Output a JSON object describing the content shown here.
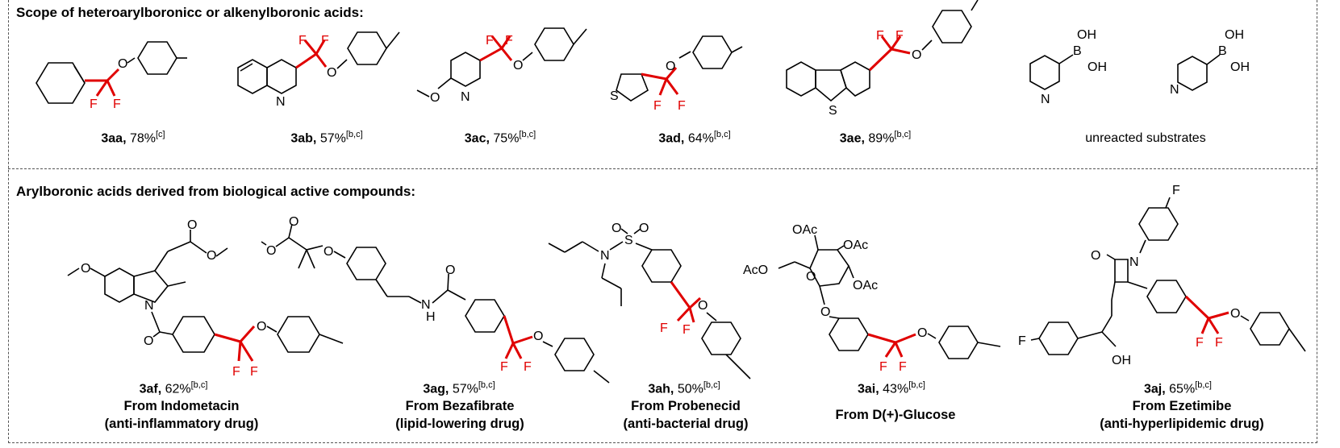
{
  "section1": {
    "heading": "Scope of heteroarylboronicc or alkenylboronic acids:"
  },
  "section2": {
    "heading": "Arylboronic acids derived from biological active  compounds:"
  },
  "compounds1": [
    {
      "id": "3aa",
      "yield": "78%",
      "note": "[c]"
    },
    {
      "id": "3ab",
      "yield": "57%",
      "note": "[b,c]"
    },
    {
      "id": "3ac",
      "yield": "75%",
      "note": "[b,c]"
    },
    {
      "id": "3ad",
      "yield": "64%",
      "note": "[b,c]"
    },
    {
      "id": "3ae",
      "yield": "89%",
      "note": "[b,c]"
    }
  ],
  "unreacted": "unreacted substrates",
  "compounds2": [
    {
      "id": "3af",
      "yield": "62%",
      "note": "[b,c]",
      "source": "From Indometacin",
      "use": "(anti-inflammatory drug)"
    },
    {
      "id": "3ag",
      "yield": "57%",
      "note": "[b,c]",
      "source": "From Bezafibrate",
      "use": "(lipid-lowering drug)"
    },
    {
      "id": "3ah",
      "yield": "50%",
      "note": "[b,c]",
      "source": "From Probenecid",
      "use": "(anti-bacterial drug)"
    },
    {
      "id": "3ai",
      "yield": "43%",
      "note": "[b,c]",
      "source": "From D(+)-Glucose",
      "use": ""
    },
    {
      "id": "3aj",
      "yield": "65%",
      "note": "[b,c]",
      "source": "From Ezetimibe",
      "use": "(anti-hyperlipidemic drug)"
    }
  ],
  "atoms": {
    "O": "O",
    "F": "F",
    "N": "N",
    "S": "S",
    "OH": "OH",
    "B": "B",
    "NH_N": "N",
    "NH_H": "H",
    "OAc": "OAc",
    "AcO": "AcO"
  },
  "colors": {
    "highlight": "#e00000",
    "ink": "#000000"
  }
}
